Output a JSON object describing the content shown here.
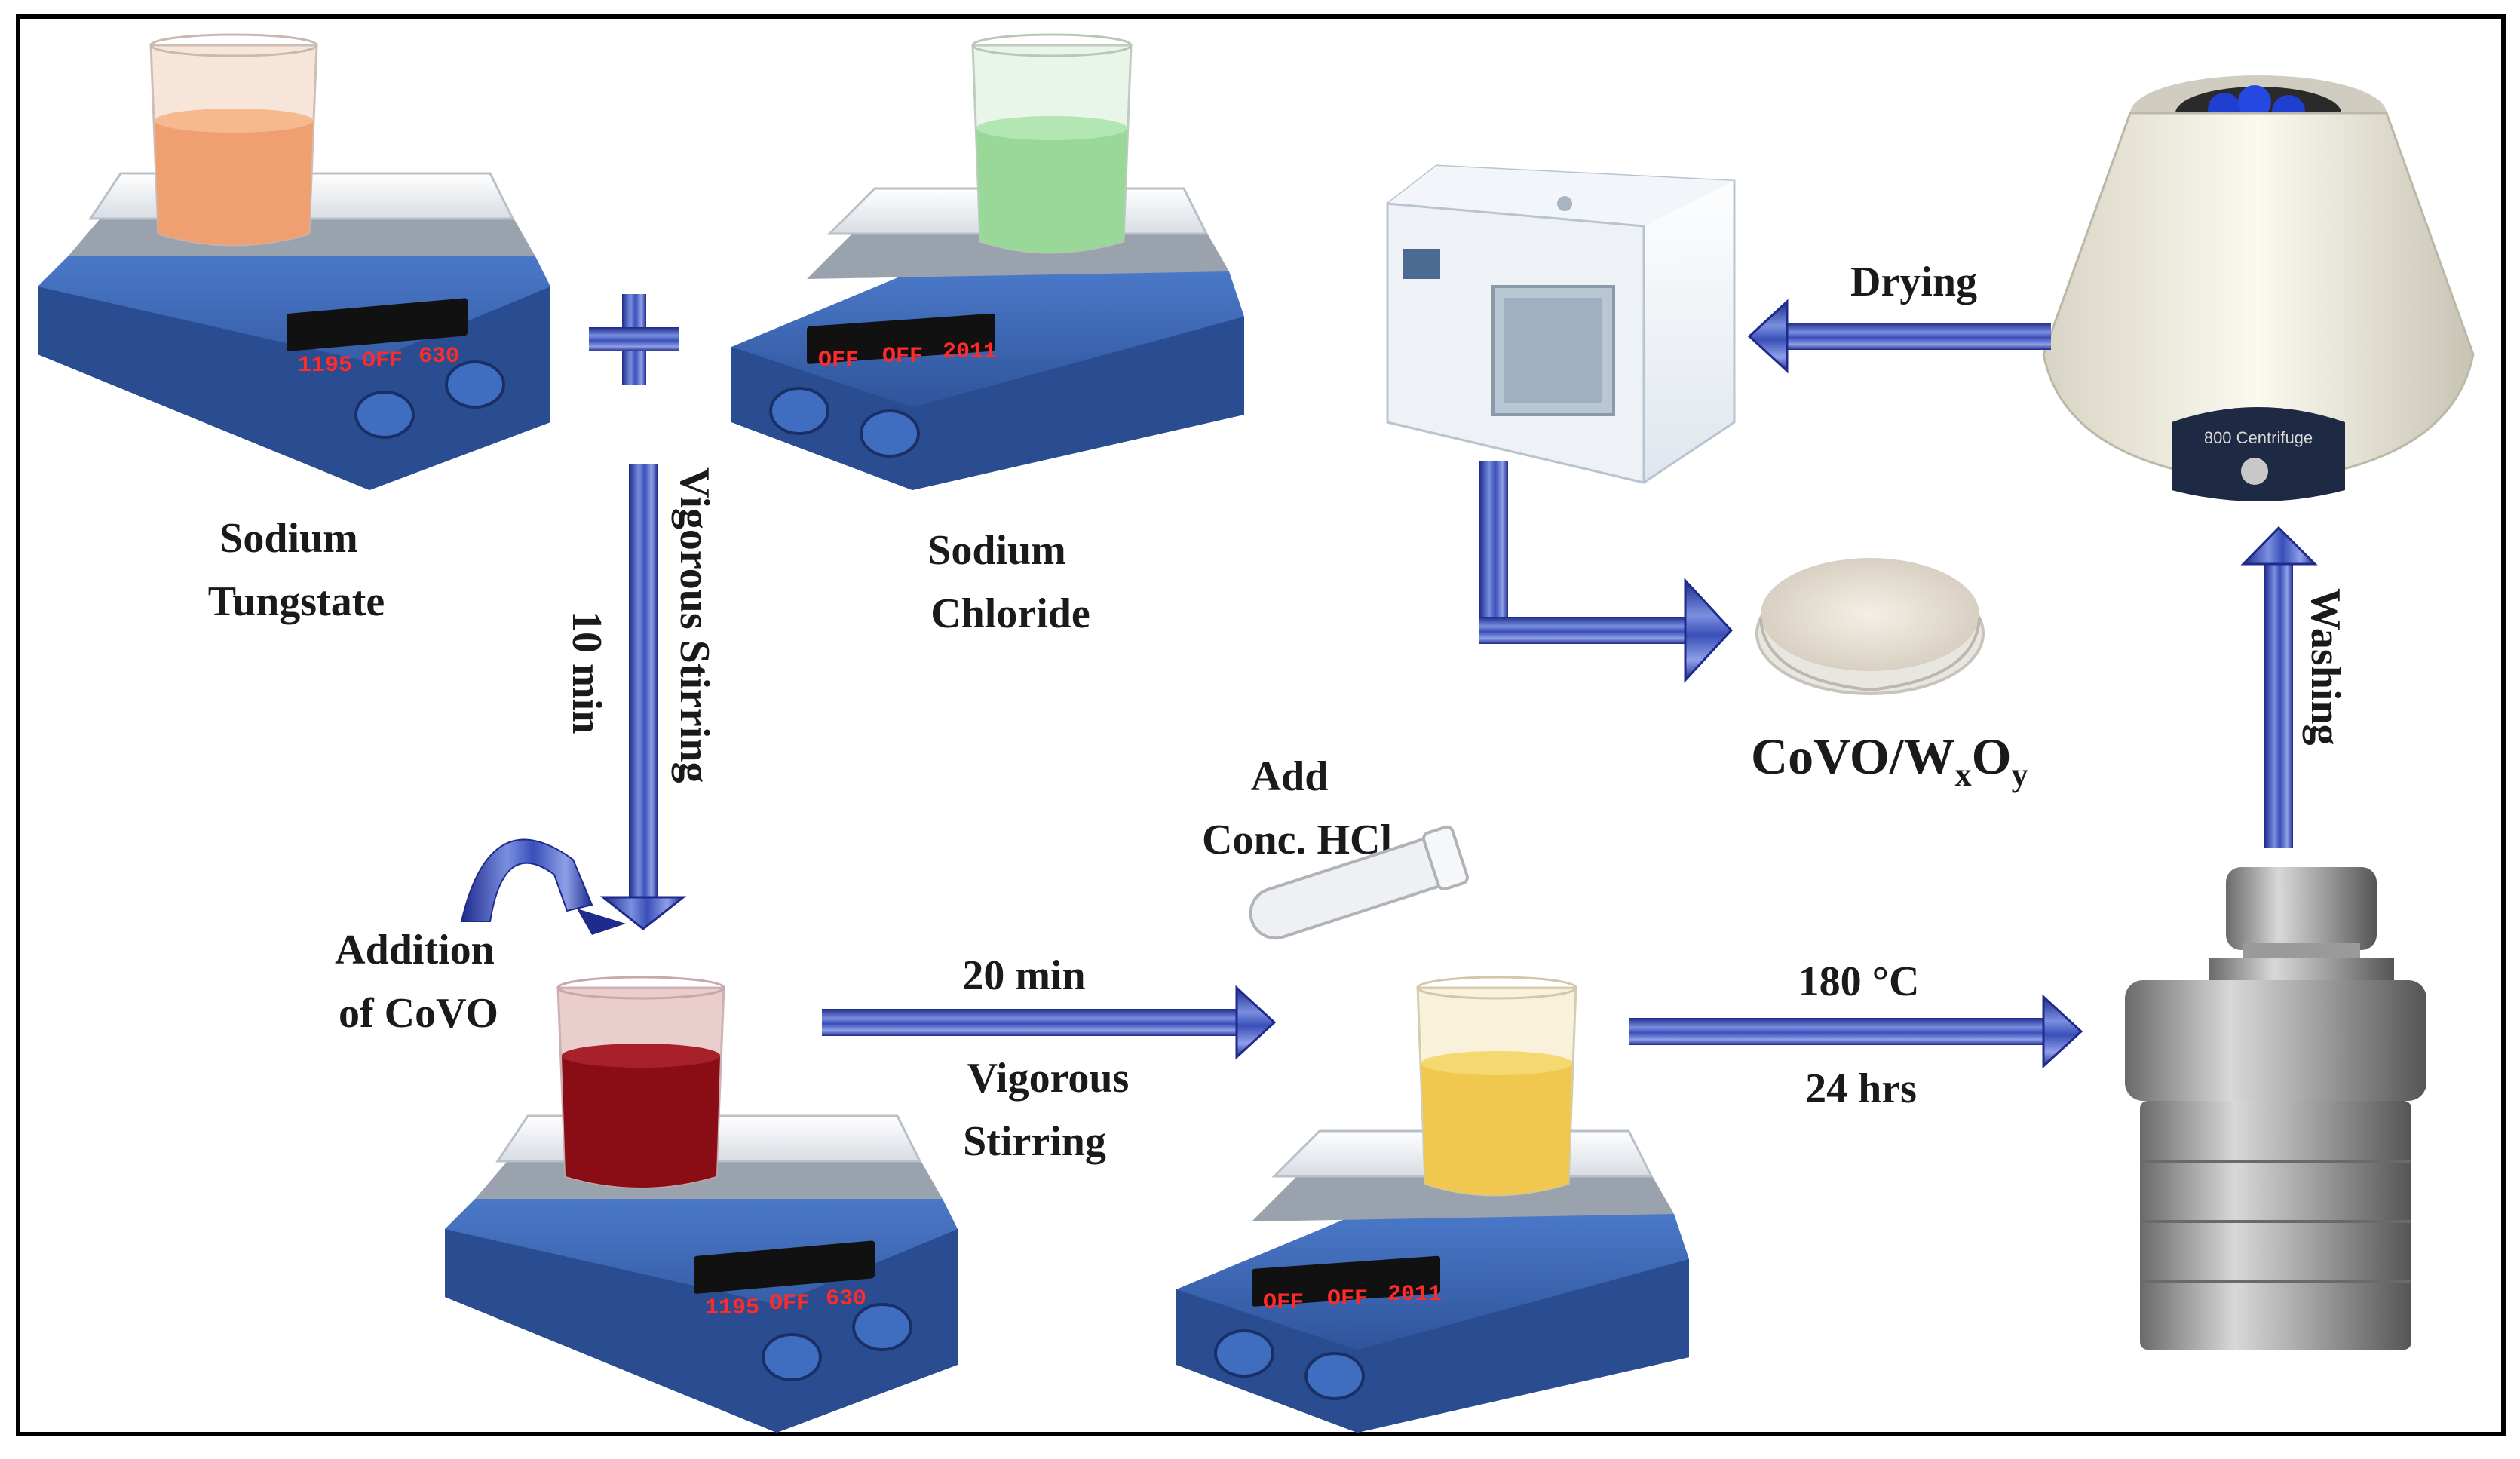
{
  "labels": {
    "sodium_tungstate": [
      "Sodium",
      "Tungstate"
    ],
    "sodium_chloride": [
      "Sodium",
      "Chloride"
    ],
    "plus": "+",
    "vigorous_stirring_vertical": "Vigorous Stirring",
    "ten_min": "10 min",
    "addition_of_covo": [
      "Addition",
      "of CoVO"
    ],
    "twenty_min": "20 min",
    "vigorous_stirring_bottom": [
      "Vigorous",
      "Stirring"
    ],
    "add_conc_hcl": [
      "Add",
      "Conc. HCl"
    ],
    "temperature": "180 °C",
    "duration": "24 hrs",
    "drying": "Drying",
    "washing": "Washing",
    "product": {
      "base": "CoVO/W",
      "sub1": "x",
      "mid": "O",
      "sub2": "y"
    }
  },
  "device_displays": {
    "stirrer_a": [
      "1195",
      "OFF",
      "630"
    ],
    "stirrer_b": [
      "OFF",
      "OFF",
      "2011"
    ]
  },
  "device_labels": {
    "centrifuge": "800 Centrifuge"
  },
  "colors": {
    "arrow_dark": "#1e2a8c",
    "arrow_light": "#6a82d8",
    "stirrer_body": "#2f5aa8",
    "beaker_orange": "#f0a070",
    "beaker_green": "#9ad89a",
    "beaker_red": "#8a0c14",
    "beaker_yellow": "#f0c850",
    "border": "#000000"
  }
}
